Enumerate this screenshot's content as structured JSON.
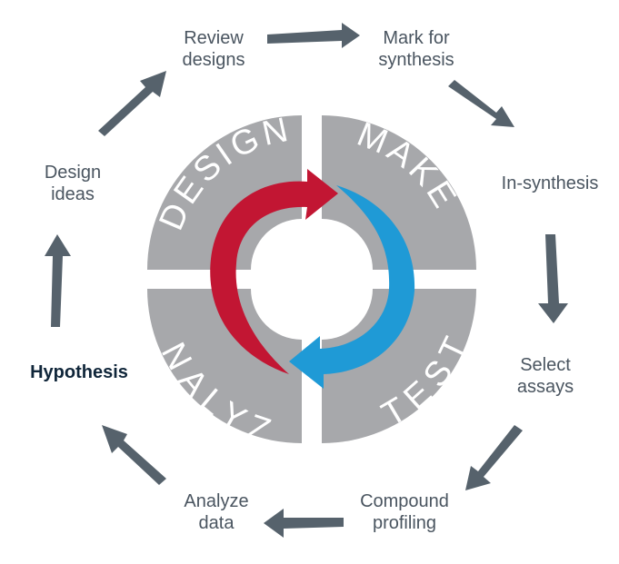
{
  "center": {
    "segments": [
      "DESIGN",
      "MAKE",
      "TEST",
      "ANALYZE"
    ],
    "colors": {
      "segment": "#a7a8ab",
      "red_arrow": "#c21633",
      "blue_arrow": "#1f9ad6"
    }
  },
  "outer": {
    "steps": [
      "Review\ndesigns",
      "Mark for\nsynthesis",
      "In-synthesis",
      "Select\nassays",
      "Compound\nprofiling",
      "Analyze\ndata",
      "Hypothesis",
      "Design\nideas"
    ],
    "emphasized": "Hypothesis",
    "arrow_color": "#56626c"
  }
}
